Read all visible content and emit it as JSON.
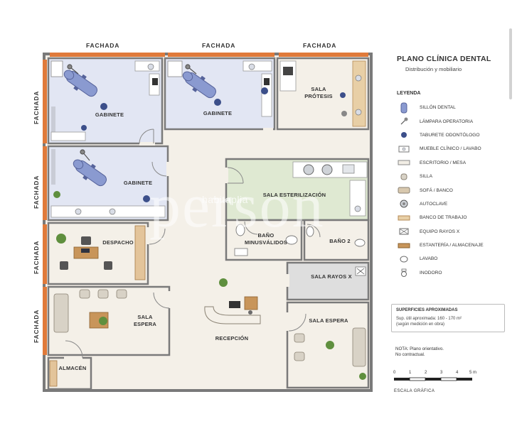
{
  "title": "PLANO CLÍNICA DENTAL",
  "subtitle": "Distribución y mobiliario",
  "facade_label": "FACHADA",
  "rooms": {
    "gabinete": "GABINETE",
    "sala_protesis_1": "SALA",
    "sala_protesis_2": "PRÓTESIS",
    "sala_esterilizacion": "SALA ESTERILIZACIÓN",
    "despacho": "DESPACHO",
    "bano_minus_1": "BAÑO",
    "bano_minus_2": "MINUSVÁLIDOS",
    "bano_2": "BAÑO 2",
    "sala_rayos_x": "SALA RAYOS X",
    "sala_espera_1": "SALA",
    "sala_espera_2": "ESPERA",
    "sala_espera_right": "SALA ESPERA",
    "recepcion": "RECEPCIÓN",
    "almacen": "ALMACÉN"
  },
  "legend": {
    "heading": "LEYENDA",
    "items": [
      {
        "label": "SILLÓN DENTAL",
        "icon": "dental-chair-icon"
      },
      {
        "label": "LÁMPARA OPERATORIA",
        "icon": "lamp-icon"
      },
      {
        "label": "TABURETE ODONTÓLOGO",
        "icon": "stool-icon"
      },
      {
        "label": "MUEBLE CLÍNICO / LAVABO",
        "icon": "cabinet-icon"
      },
      {
        "label": "ESCRITORIO / MESA",
        "icon": "desk-icon"
      },
      {
        "label": "SILLA",
        "icon": "chair-icon"
      },
      {
        "label": "SOFÁ / BANCO",
        "icon": "sofa-icon"
      },
      {
        "label": "AUTOCLAVE",
        "icon": "autoclave-icon"
      },
      {
        "label": "BANCO DE TRABAJO",
        "icon": "workbench-icon"
      },
      {
        "label": "EQUIPO RAYOS X",
        "icon": "xray-icon"
      },
      {
        "label": "ESTANTERÍA / ALMACENAJE",
        "icon": "shelf-icon"
      },
      {
        "label": "LAVABO",
        "icon": "sink-icon"
      },
      {
        "label": "INODORO",
        "icon": "toilet-icon"
      }
    ]
  },
  "surfaces": {
    "heading": "SUPERFICIES APROXIMADAS",
    "line1": "Sup. útil aproximada: 160 - 170 m²",
    "line2": "(según medición en obra)"
  },
  "note": {
    "line1": "NOTA: Plano orientativo.",
    "line2": "No contractual."
  },
  "scale": {
    "ticks": [
      "0",
      "1",
      "2",
      "3",
      "4",
      "5 m"
    ],
    "caption": "ESCALA GRÁFICA"
  },
  "watermark": {
    "main": "person",
    "sub": "habitaplia"
  },
  "colors": {
    "facade": "#e07a3a",
    "wall": "#7a7a7a",
    "floor": "#f4f0e8",
    "gabinete": "#e2e6f3",
    "esterilizacion": "#dfe9d2",
    "rayos": "#dedede",
    "chair": "#8a9ad0",
    "wood": "#c8955a"
  }
}
